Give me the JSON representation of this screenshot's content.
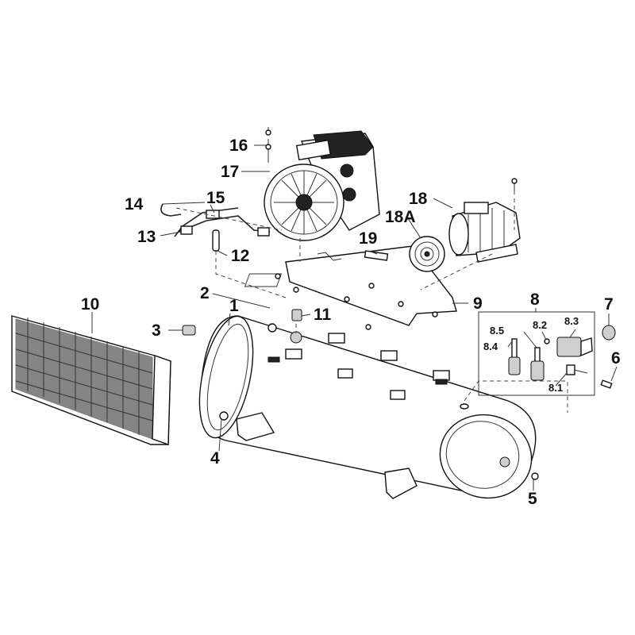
{
  "labels": {
    "l1": "1",
    "l2": "2",
    "l3": "3",
    "l4": "4",
    "l5": "5",
    "l6": "6",
    "l7": "7",
    "l8": "8",
    "l8_1": "8.1",
    "l8_2": "8.2",
    "l8_3": "8.3",
    "l8_4": "8.4",
    "l8_5": "8.5",
    "l9": "9",
    "l10": "10",
    "l11": "11",
    "l12": "12",
    "l13": "13",
    "l14": "14",
    "l15": "15",
    "l16": "16",
    "l17": "17",
    "l18": "18",
    "l18a": "18A",
    "l19": "19"
  },
  "colors": {
    "ink": "#111111",
    "background": "#ffffff",
    "shade": "#cfcfcf"
  }
}
